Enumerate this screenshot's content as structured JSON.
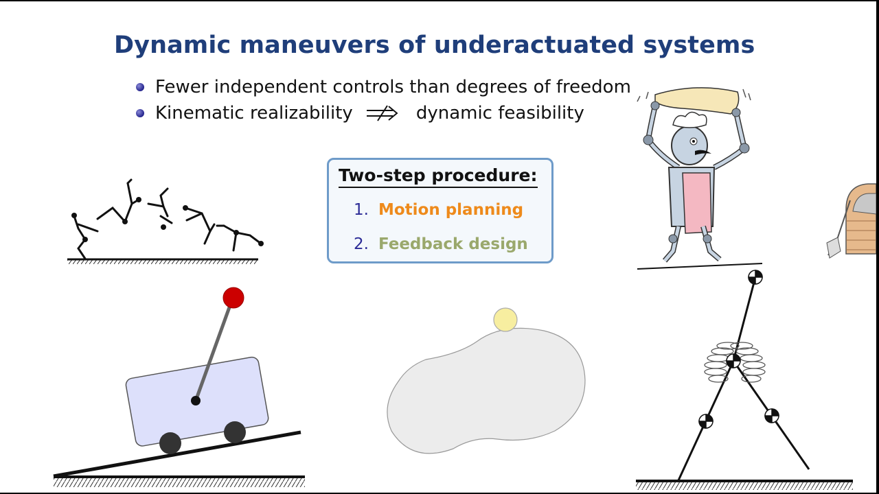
{
  "slide": {
    "title": "Dynamic maneuvers of underactuated systems",
    "bullets": [
      {
        "text": "Fewer independent controls than degrees of freedom"
      },
      {
        "before": "Kinematic realizability",
        "symbol": "not-implies-symbol",
        "after": "dynamic feasibility"
      }
    ],
    "procedure": {
      "title": "Two-step procedure:",
      "steps": [
        {
          "number": "1.",
          "label": "Motion planning",
          "color": "#ee8a1b"
        },
        {
          "number": "2.",
          "label": "Feedback design",
          "color": "#9aa86c"
        }
      ]
    },
    "illustrations": [
      "gymnast-flip-sequence",
      "pizza-chef-robot",
      "cart-pendulum-on-incline",
      "ball-on-rotating-body",
      "spring-legged-walker"
    ],
    "colors": {
      "title": "#1f3e7a",
      "box_border": "#6e9bc9",
      "pendulum_bob": "#cc0000",
      "cart_body": "#dde0fb",
      "ball": "#f7eea0"
    }
  }
}
